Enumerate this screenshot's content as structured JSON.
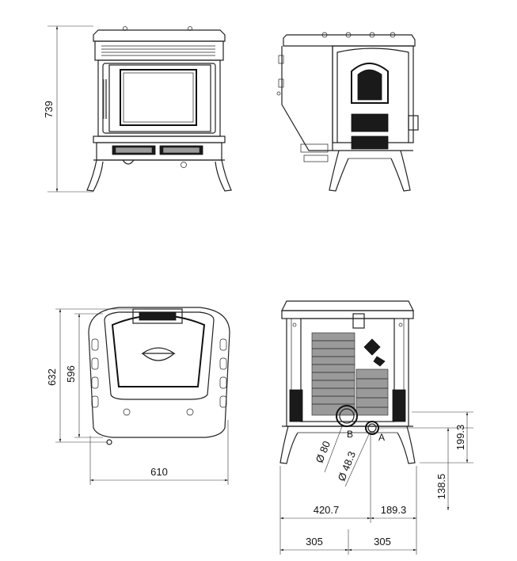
{
  "dimensions": {
    "height": "739",
    "depth_outer": "632",
    "depth_inner": "596",
    "width_top": "610",
    "outlet_height": "199.3",
    "inlet_height": "138.5",
    "left_offset": "420.7",
    "right_offset": "189.3",
    "half_left": "305",
    "half_right": "305",
    "diameter_b": "Ø 80",
    "diameter_a": "Ø 48.3"
  },
  "labels": {
    "b": "B",
    "a": "A"
  }
}
